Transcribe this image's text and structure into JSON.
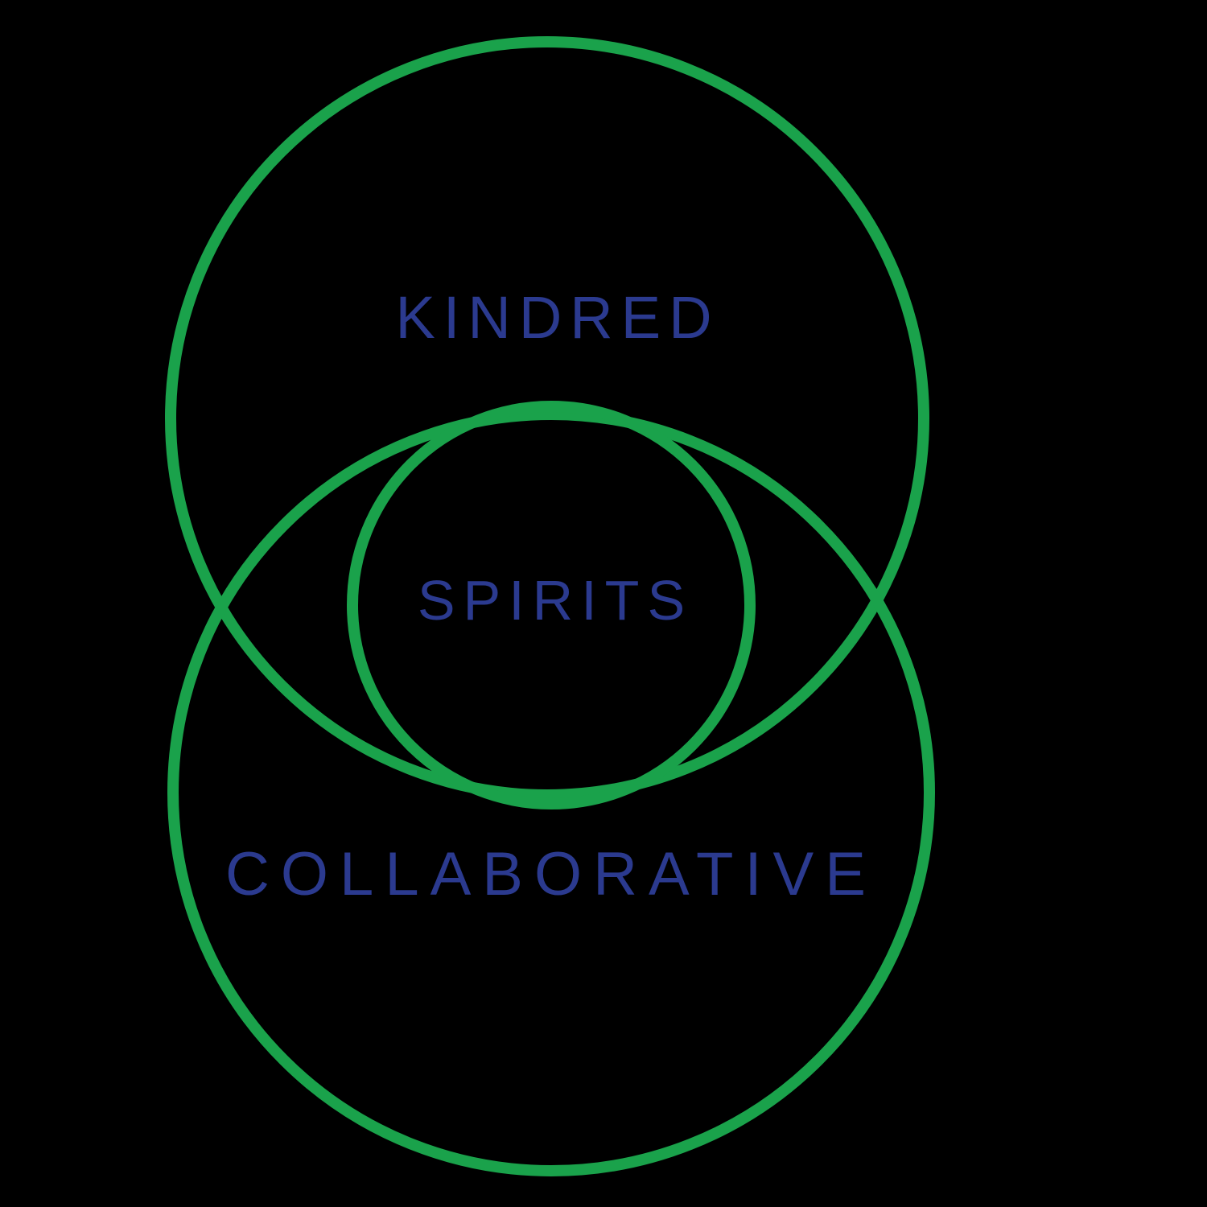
{
  "logo": {
    "top_label": "KINDRED",
    "center_label": "SPIRITS",
    "bottom_label": "COLLABORATIVE"
  },
  "colors": {
    "circle_stroke": "#1aa24b",
    "text": "#2b3a8f",
    "background": "#000000"
  }
}
